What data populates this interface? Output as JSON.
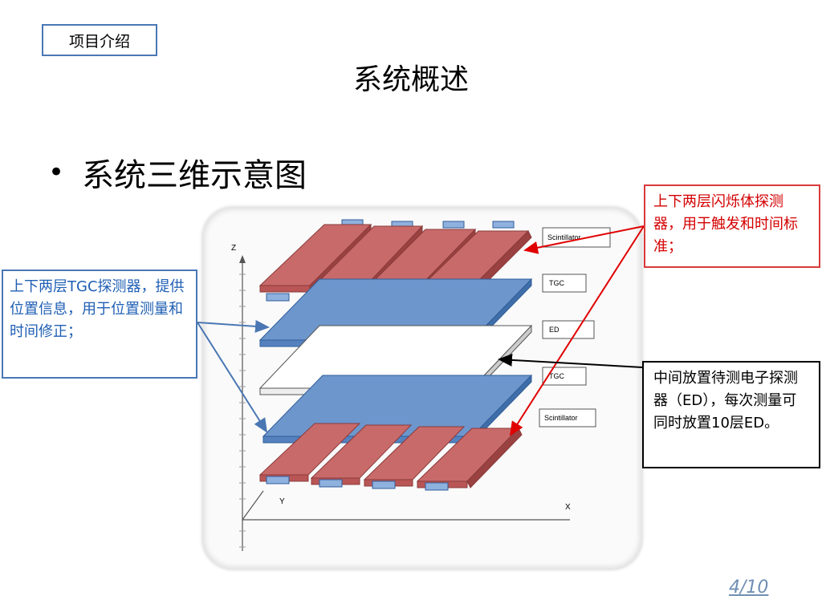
{
  "header": {
    "tag_label": "项目介绍",
    "title": "系统概述"
  },
  "bullet": {
    "text": "系统三维示意图"
  },
  "diagram": {
    "axis_z": "Z",
    "axis_y": "Y",
    "axis_x": "X",
    "labels": [
      "Scintillator",
      "TGC",
      "ED",
      "TGC",
      "Scintillator"
    ],
    "colors": {
      "scintillator": "#c96a6a",
      "tgc": "#6d96cc",
      "ed": "#ffffff",
      "module": "#8fb1de"
    }
  },
  "annotations": {
    "red": "上下两层闪烁体探测器，用于触发和时间标准；",
    "blue": "上下两层TGC探测器，提供位置信息，用于位置测量和时间修正；",
    "black": "中间放置待测电子探测器（ED），每次测量可同时放置10层ED。"
  },
  "pager": "4/10"
}
